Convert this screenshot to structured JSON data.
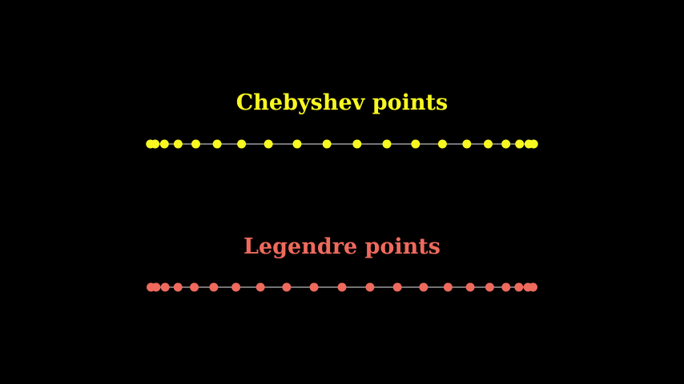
{
  "rows": [
    {
      "title": "Chebyshev points",
      "color": "#f7f722",
      "n": 20
    },
    {
      "title": "Legendre points",
      "color": "#ee6a5d",
      "n": 21
    }
  ],
  "axis_range": [
    -1,
    1
  ],
  "line_color": "#9a9a9a"
}
